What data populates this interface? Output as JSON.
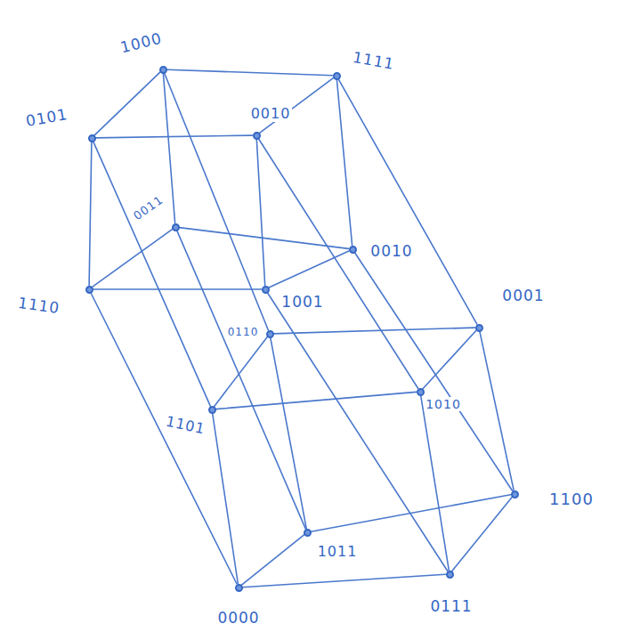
{
  "diagram": {
    "nodes": [
      {
        "text": [
          "1000"
        ]
      },
      {
        "text": [
          "1111"
        ]
      },
      {
        "text": [
          "0101"
        ]
      },
      {
        "text": [
          "0010"
        ]
      },
      {
        "text": [
          "0011"
        ]
      },
      {
        "text": [
          "0010"
        ]
      },
      {
        "text": [
          "1110"
        ]
      },
      {
        "text": [
          "1001"
        ]
      },
      {
        "text": [
          "0110"
        ]
      },
      {
        "text": [
          "0001"
        ]
      },
      {
        "text": [
          "1010"
        ]
      },
      {
        "text": [
          "1101"
        ]
      },
      {
        "text": [
          "1100"
        ]
      },
      {
        "text": [
          "1011"
        ]
      },
      {
        "text": [
          "0000"
        ]
      },
      {
        "text": [
          "0111"
        ]
      }
    ],
    "edges": [
      {
        "from": 0,
        "to": 1,
        "arrow": "none"
      },
      {
        "from": 1,
        "to": 3,
        "arrow": "none"
      },
      {
        "from": 3,
        "to": 2,
        "arrow": "none"
      },
      {
        "from": 2,
        "to": 0,
        "arrow": "none"
      },
      {
        "from": 4,
        "to": 5,
        "arrow": "none"
      },
      {
        "from": 5,
        "to": 7,
        "arrow": "none"
      },
      {
        "from": 7,
        "to": 6,
        "arrow": "none"
      },
      {
        "from": 6,
        "to": 4,
        "arrow": "none"
      },
      {
        "from": 0,
        "to": 4,
        "arrow": "none"
      },
      {
        "from": 1,
        "to": 5,
        "arrow": "none"
      },
      {
        "from": 3,
        "to": 7,
        "arrow": "none"
      },
      {
        "from": 2,
        "to": 6,
        "arrow": "none"
      },
      {
        "from": 8,
        "to": 9,
        "arrow": "none"
      },
      {
        "from": 9,
        "to": 10,
        "arrow": "none"
      },
      {
        "from": 10,
        "to": 11,
        "arrow": "none"
      },
      {
        "from": 11,
        "to": 8,
        "arrow": "none"
      },
      {
        "from": 13,
        "to": 12,
        "arrow": "none"
      },
      {
        "from": 12,
        "to": 15,
        "arrow": "none"
      },
      {
        "from": 15,
        "to": 14,
        "arrow": "none"
      },
      {
        "from": 14,
        "to": 13,
        "arrow": "none"
      },
      {
        "from": 8,
        "to": 13,
        "arrow": "none"
      },
      {
        "from": 9,
        "to": 12,
        "arrow": "none"
      },
      {
        "from": 10,
        "to": 15,
        "arrow": "none"
      },
      {
        "from": 11,
        "to": 14,
        "arrow": "none"
      },
      {
        "from": 0,
        "to": 8,
        "arrow": "none"
      },
      {
        "from": 1,
        "to": 9,
        "arrow": "none"
      },
      {
        "from": 3,
        "to": 10,
        "arrow": "none"
      },
      {
        "from": 2,
        "to": 11,
        "arrow": "none"
      },
      {
        "from": 4,
        "to": 13,
        "arrow": "none"
      },
      {
        "from": 5,
        "to": 12,
        "arrow": "none"
      },
      {
        "from": 7,
        "to": 15,
        "arrow": "none"
      },
      {
        "from": 6,
        "to": 14,
        "arrow": "none"
      }
    ]
  }
}
